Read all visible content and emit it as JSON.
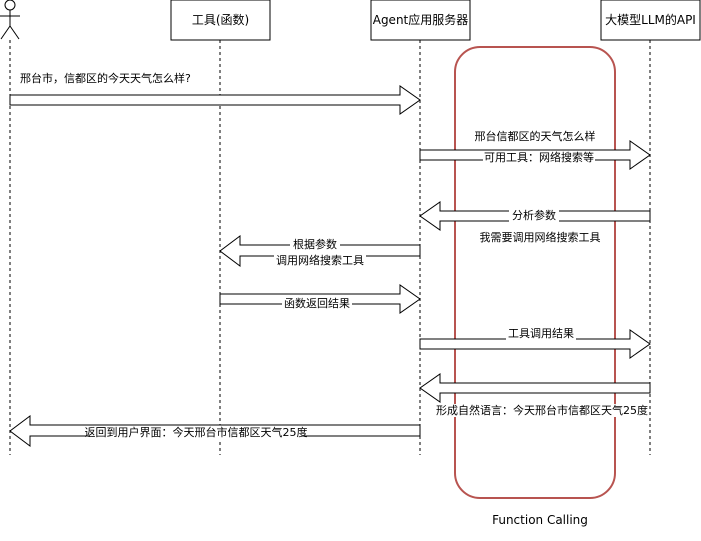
{
  "participants": {
    "tool": "工具(函数)",
    "agent": "Agent应用服务器",
    "llm": "大模型LLM的API"
  },
  "messages": {
    "user_query": "邢台市，信都区的今天天气怎么样?",
    "to_llm_line1": "邢台信都区的天气怎么样",
    "to_llm_line2": "可用工具：网络搜索等",
    "llm_reply_line1": "分析参数",
    "llm_reply_line2": "我需要调用网络搜索工具",
    "call_tool_line1": "根据参数",
    "call_tool_line2": "调用网络搜索工具",
    "tool_result": "函数返回结果",
    "tool_call_result": "工具调用结果",
    "natural_language": "形成自然语言：今天邢台市信都区天气25度",
    "return_to_user": "返回到用户界面：今天邢台市信都区天气25度"
  },
  "highlight": {
    "label": "Function Calling",
    "color": "#b85450"
  }
}
